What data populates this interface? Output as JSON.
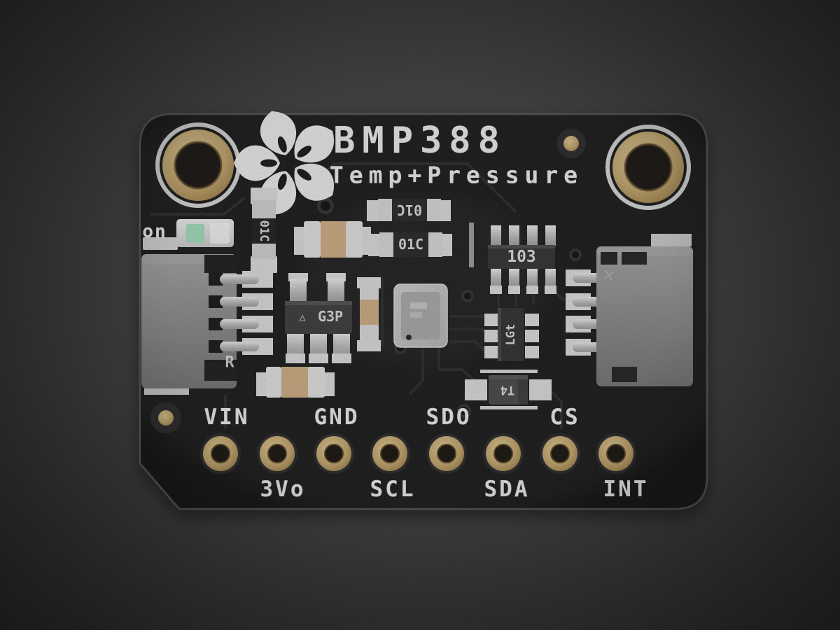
{
  "board": {
    "title": "BMP388",
    "subtitle": "Temp+Pressure",
    "power_led_label": "on",
    "pins": [
      {
        "label": "VIN",
        "row": "top"
      },
      {
        "label": "3Vo",
        "row": "bottom"
      },
      {
        "label": "GND",
        "row": "top"
      },
      {
        "label": "SCL",
        "row": "bottom"
      },
      {
        "label": "SDO",
        "row": "top"
      },
      {
        "label": "SDA",
        "row": "bottom"
      },
      {
        "label": "CS",
        "row": "top"
      },
      {
        "label": "INT",
        "row": "bottom"
      }
    ],
    "markings": {
      "resistor_vertical": "01C",
      "resistor_top": "01C",
      "resistor_bottom": "01C",
      "resistor_network": "103",
      "regulator": "G3P",
      "regulator_logo": "△",
      "level_shifter": "LGt",
      "diode": "T4",
      "silkscreen_r": "R",
      "silkscreen_x": "✕"
    },
    "icons": {
      "logo": "adafruit-flower-logo"
    },
    "colors": {
      "background": "#3a3a3a",
      "pcb": "#141414",
      "silkscreen": "#f2f2f2",
      "gold": "#c9ac6e",
      "gold_dark": "#8a6a38",
      "pad_silver": "#e2e2e2",
      "cap_tan": "#d4b084",
      "led_green": "#a6e2bd",
      "connector_gray": "#929292",
      "ic_black": "#2e2e2e"
    }
  }
}
